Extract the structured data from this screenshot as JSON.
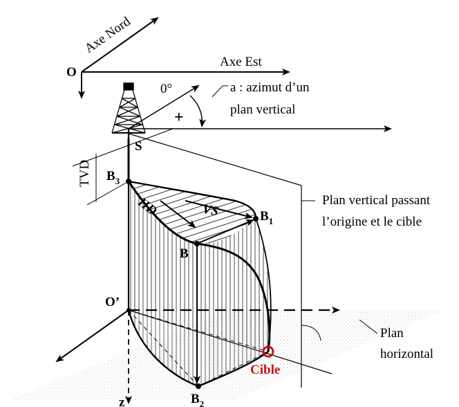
{
  "labels": {
    "axe_nord": "Axe Nord",
    "axe_est": "Axe Est",
    "origin": "O",
    "angle_zero": "0°",
    "azimut_line1": "a : azimut d’un",
    "azimut_line2": "plan  vertical",
    "plus": "+",
    "surface_point": "S",
    "tvd": "TVD",
    "b3": "B",
    "b3_sub": "3",
    "hd": "HD",
    "vs": "VS",
    "b1": "B",
    "b1_sub": "1",
    "b": "B",
    "plan_vertical_line1": "Plan vertical passant",
    "plan_vertical_line2": "l’origine et le cible",
    "o_prime": "O’",
    "plan_horizontal_line1": "Plan",
    "plan_horizontal_line2": "horizontal",
    "cible": "Cible",
    "b2": "B",
    "b2_sub": "2",
    "z": "z"
  },
  "colors": {
    "ink": "#000000",
    "target": "#cc1111",
    "stipple": "#9a9a9a"
  }
}
